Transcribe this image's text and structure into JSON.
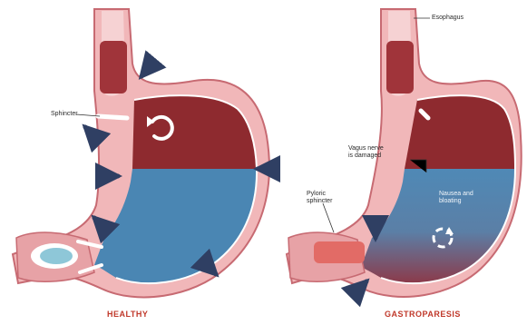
{
  "colors": {
    "outer_wall": "#f1b7b9",
    "outer_stroke": "#c76a72",
    "upper_chamber": "#8e2a2f",
    "lower_chamber": "#4a86b3",
    "arrow": "#2f3f63",
    "caption": "#c0392b",
    "white": "#ffffff"
  },
  "icons": {
    "rotation": "circular-arrow-icon",
    "contraction": "arrow-icon"
  },
  "labels": {
    "sphincter": "Sphincter",
    "esophagus": "Esophagus",
    "vagus_line1": "Vagus nerve",
    "vagus_line2": "is damaged",
    "pyloric_line1": "Pyloric",
    "pyloric_line2": "sphincter",
    "nausea_line1": "Nausea and",
    "nausea_line2": "bloating"
  },
  "captions": {
    "left": "HEALTHY",
    "right": "GASTROPARESIS"
  }
}
